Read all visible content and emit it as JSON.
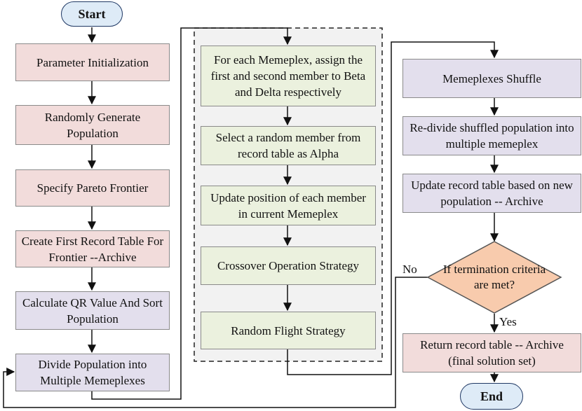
{
  "start": "Start",
  "end": "End",
  "left_column": [
    "Parameter Initialization",
    "Randomly Generate Population",
    "Specify Pareto Frontier",
    "Create First Record Table For Frontier --Archive",
    "Calculate QR Value And Sort Population",
    "Divide Population into Multiple Memeplexes"
  ],
  "middle_column": [
    "For each Memeplex, assign the first and second member to Beta and Delta respectively",
    "Select a random member from record table as Alpha",
    "Update position of each member in current Memeplex",
    "Crossover Operation Strategy",
    "Random Flight Strategy"
  ],
  "right_column": [
    "Memeplexes Shuffle",
    "Re-divide shuffled population into multiple memeplex",
    "Update record table based on new population -- Archive"
  ],
  "decision": "If termination criteria are met?",
  "decision_no": "No",
  "decision_yes": "Yes",
  "final": "Return record table -- Archive (final solution set)",
  "colors": {
    "pink": "#f2dcdb",
    "purple": "#e3dfed",
    "green": "#ebf1de",
    "decision": "#f8cbad",
    "terminal": "#deebf7",
    "panel": "#f2f2f2"
  }
}
